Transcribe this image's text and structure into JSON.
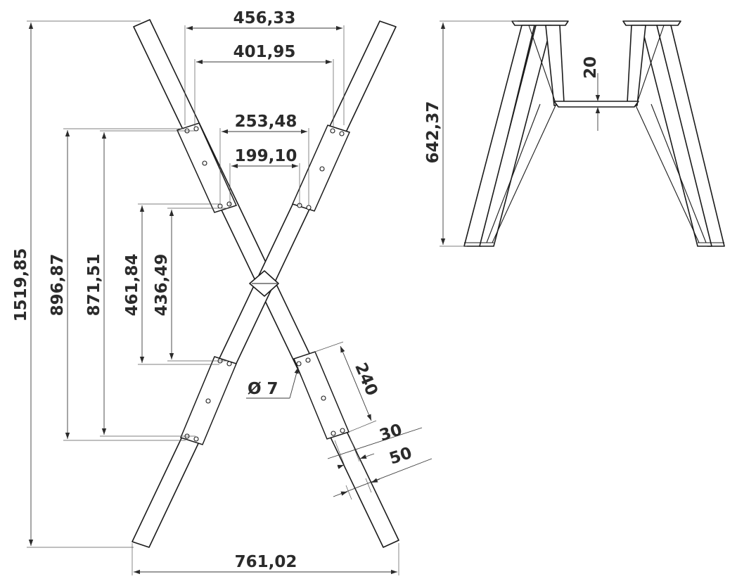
{
  "front_view": {
    "overall_height": "1519,85",
    "overall_width": "761,02",
    "top_outer_width": "456,33",
    "top_inner_width": "401,95",
    "plate_outer_span": "253,48",
    "plate_inner_span": "199,10",
    "plate_outer_height": "896,87",
    "plate_inner_height": "871,51",
    "hole_outer_height": "461,84",
    "hole_inner_height": "436,49",
    "hole_diameter": "Ø 7",
    "plate_length": "240",
    "tube_width_a": "30",
    "tube_width_b": "50"
  },
  "side_view": {
    "height": "642,37",
    "crossbar": "20"
  }
}
